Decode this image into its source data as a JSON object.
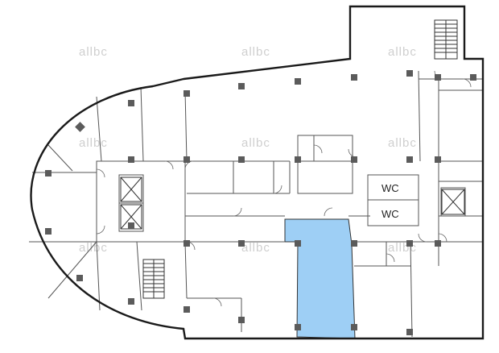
{
  "plan": {
    "watermark_text": "allbc",
    "rooms": [
      {
        "label": "WC"
      },
      {
        "label": "WC"
      }
    ],
    "colors": {
      "wall": "#1a1a1a",
      "thin_line": "#555555",
      "column": "#5b5b5b",
      "highlight": "#9ecff5",
      "watermark": "#cfcfcf"
    }
  }
}
